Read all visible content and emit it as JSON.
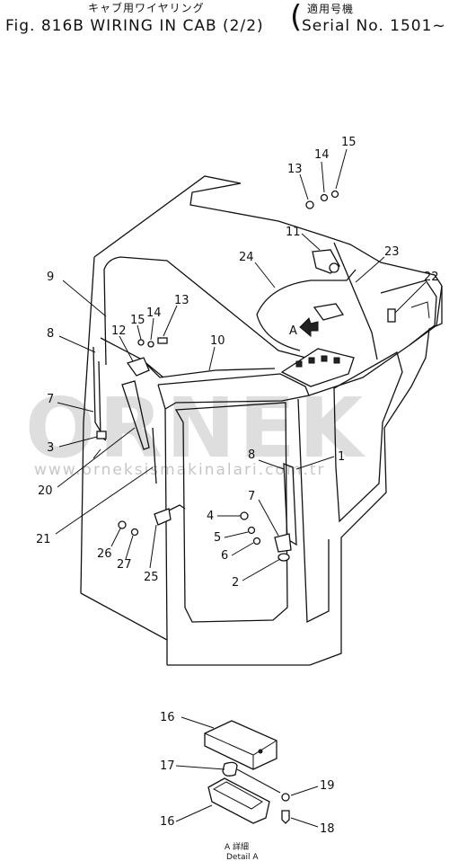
{
  "header": {
    "jp_title": "キャブ用ワイヤリング",
    "jp_serial": "適用号機",
    "figure_title": "Fig. 816B  WIRING IN CAB  (2/2)",
    "serial": "Serial No. 1501~"
  },
  "watermark": {
    "brand": "ORNEK",
    "url": "www.orneksismakinalari.com.tr"
  },
  "callouts": {
    "c1": "1",
    "c2": "2",
    "c3": "3",
    "c4": "4",
    "c5": "5",
    "c6": "6",
    "c7a": "7",
    "c7b": "7",
    "c8a": "8",
    "c8b": "8",
    "c9": "9",
    "c10": "10",
    "c11": "11",
    "c12": "12",
    "c13a": "13",
    "c13b": "13",
    "c14a": "14",
    "c14b": "14",
    "c15a": "15",
    "c15b": "15",
    "c16a": "16",
    "c16b": "16",
    "c17": "17",
    "c18": "18",
    "c19": "19",
    "c20": "20",
    "c21": "21",
    "c22": "22",
    "c23": "23",
    "c24": "24",
    "c25": "25",
    "c26": "26",
    "c27": "27"
  },
  "view_labels": {
    "arrow_a": "A",
    "detail_jp": "A 詳細",
    "detail_en": "Detail A"
  }
}
